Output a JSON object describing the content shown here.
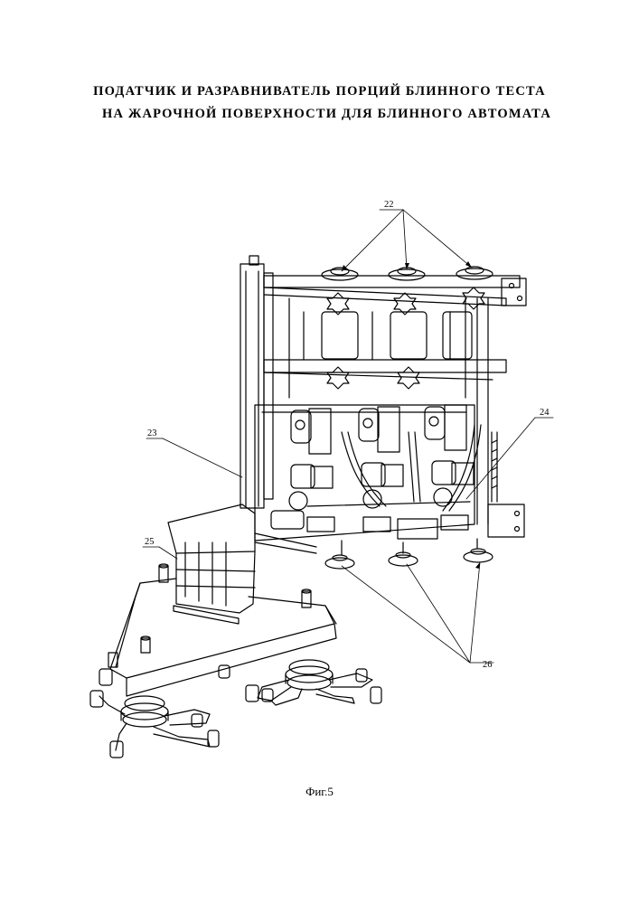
{
  "title": {
    "line1": "ПОДАТЧИК И РАЗРАВНИВАТЕЛЬ ПОРЦИЙ БЛИННОГО ТЕСТА",
    "line2": "НА ЖАРОЧНОЙ ПОВЕРХНОСТИ ДЛЯ БЛИННОГО АВТОМАТА"
  },
  "references": {
    "r22": "22",
    "r23": "23",
    "r24": "24",
    "r25": "25",
    "r26": "26"
  },
  "caption": "Фиг.5"
}
